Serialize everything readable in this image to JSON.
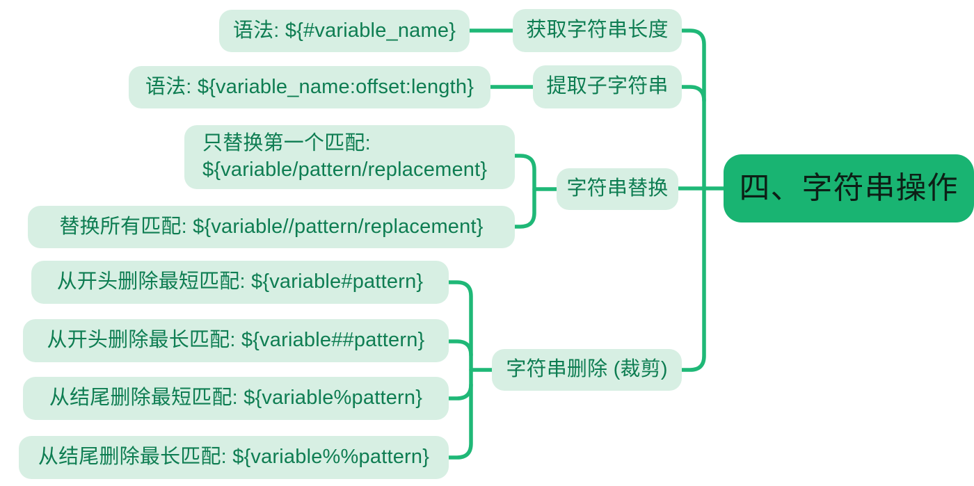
{
  "root": {
    "label": "四、字符串操作"
  },
  "branches": [
    {
      "label": "获取字符串长度",
      "children": [
        {
          "label": "语法: ${#variable_name}"
        }
      ]
    },
    {
      "label": "提取子字符串",
      "children": [
        {
          "label": "语法: ${variable_name:offset:length}"
        }
      ]
    },
    {
      "label": "字符串替换",
      "children": [
        {
          "label": "只替换第一个匹配:\n${variable/pattern/replacement}"
        },
        {
          "label": "替换所有匹配: ${variable//pattern/replacement}"
        }
      ]
    },
    {
      "label": "字符串删除 (裁剪)",
      "children": [
        {
          "label": "从开头删除最短匹配: ${variable#pattern}"
        },
        {
          "label": "从开头删除最长匹配: ${variable##pattern}"
        },
        {
          "label": "从结尾删除最短匹配: ${variable%pattern}"
        },
        {
          "label": "从结尾删除最长匹配: ${variable%%pattern}"
        }
      ]
    }
  ],
  "colors": {
    "background": "#ffffff",
    "node_bg": "#d7efe3",
    "node_text": "#0e7d52",
    "line": "#1fb877",
    "root_bg": "#19b472",
    "root_text": "#0d1f16"
  }
}
